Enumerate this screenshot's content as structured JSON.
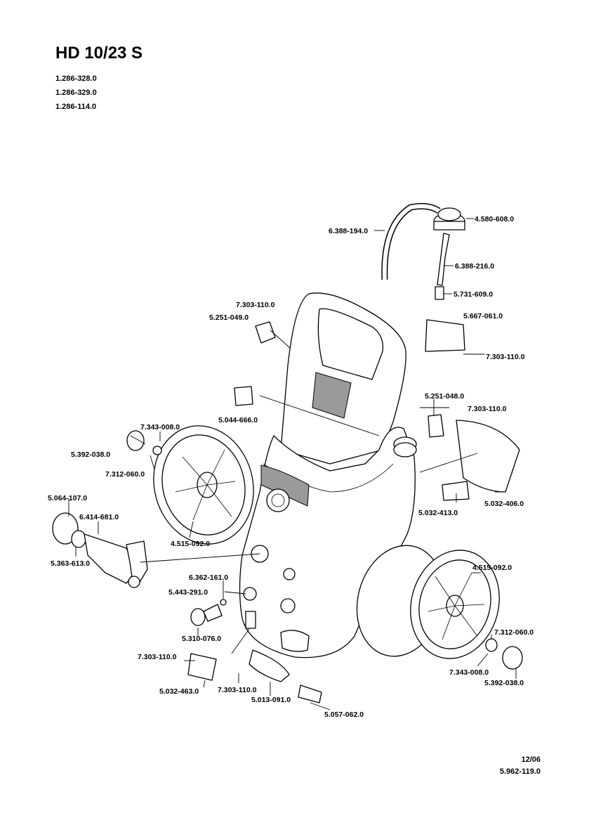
{
  "header": {
    "title": "HD 10/23 S",
    "model_numbers": [
      "1.286-328.0",
      "1.286-329.0",
      "1.286-114.0"
    ]
  },
  "parts": [
    "4.580-608.0",
    "6.388-194.0",
    "6.388-216.0",
    "5.731-609.0",
    "7.303-110.0",
    "5.251-049.0",
    "5.667-061.0",
    "7.303-110.0",
    "5.251-048.0",
    "7.303-110.0",
    "5.044-666.0",
    "7.343-008.0",
    "5.392-038.0",
    "7.312-060.0",
    "5.032-413.0",
    "5.032-406.0",
    "5.064-107.0",
    "6.414-681.0",
    "5.363-613.0",
    "4.515-092.0",
    "4.515-092.0",
    "6.362-161.0",
    "5.443-291.0",
    "5.310-076.0",
    "7.312-060.0",
    "7.303-110.0",
    "5.032-463.0",
    "7.303-110.0",
    "5.013-091.0",
    "7.343-008.0",
    "5.392-038.0",
    "5.057-062.0"
  ],
  "footer": {
    "date": "12/06",
    "doc_number": "5.962-119.0"
  }
}
